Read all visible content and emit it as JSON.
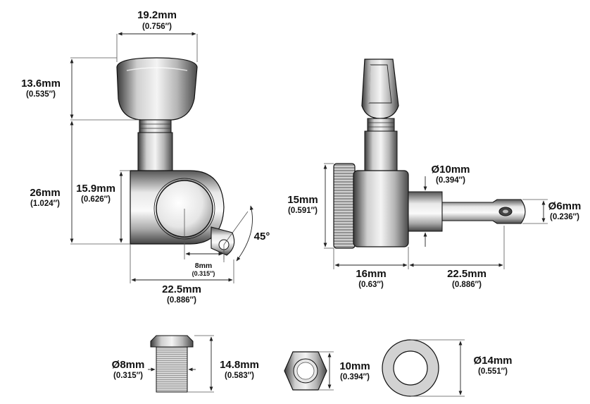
{
  "dims": {
    "button_width": {
      "mm": "19.2mm",
      "in": "(0.756″)"
    },
    "button_height": {
      "mm": "13.6mm",
      "in": "(0.535″)"
    },
    "body_total": {
      "mm": "26mm",
      "in": "(1.024″)"
    },
    "body_height": {
      "mm": "15.9mm",
      "in": "(0.626″)"
    },
    "angle": {
      "label": "45°"
    },
    "hole_offset": {
      "mm": "8mm",
      "in": "(0.315″)"
    },
    "body_width": {
      "mm": "22.5mm",
      "in": "(0.886″)"
    },
    "side_height": {
      "mm": "15mm",
      "in": "(0.591″)"
    },
    "shaft_dia": {
      "mm": "Ø10mm",
      "in": "(0.394″)"
    },
    "post_dia": {
      "mm": "Ø6mm",
      "in": "(0.236″)"
    },
    "side_body_len": {
      "mm": "16mm",
      "in": "(0.63″)"
    },
    "post_len": {
      "mm": "22.5mm",
      "in": "(0.886″)"
    },
    "bushing_dia": {
      "mm": "Ø8mm",
      "in": "(0.315″)"
    },
    "bushing_len": {
      "mm": "14.8mm",
      "in": "(0.583″)"
    },
    "nut_size": {
      "mm": "10mm",
      "in": "(0.394″)"
    },
    "washer_dia": {
      "mm": "Ø14mm",
      "in": "(0.551″)"
    }
  }
}
